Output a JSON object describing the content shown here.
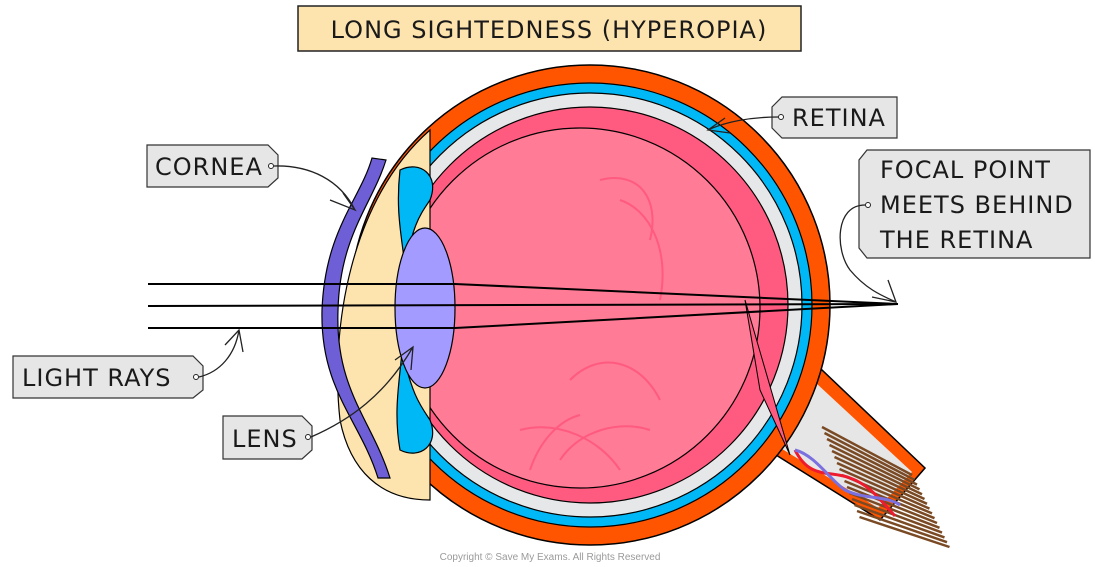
{
  "title": "LONG SIGHTEDNESS (HYPEROPIA)",
  "labels": {
    "cornea": "CORNEA",
    "retina": "RETINA",
    "focal_point": [
      "FOCAL POINT",
      "MEETS BEHIND",
      "THE RETINA"
    ],
    "light_rays": "LIGHT RAYS",
    "lens": "LENS"
  },
  "copyright": "Copyright © Save My Exams. All Rights Reserved",
  "colors": {
    "title_bg": "#fde3ad",
    "label_bg": "#e6e6e6",
    "sclera": "#ff5500",
    "choroid": "#00b8f5",
    "retina_layer": "#e5e7e8",
    "vitreous_outer": "#ff5a80",
    "vitreous": "#ff7b96",
    "cornea": "#6e5fd6",
    "aqueous": "#fde3ad",
    "lens": "#a39bff",
    "iris": "#00b8f5",
    "nerve_fibres": "#7a4a25",
    "artery": "#ee1a2e",
    "vein": "#7a70e0"
  }
}
